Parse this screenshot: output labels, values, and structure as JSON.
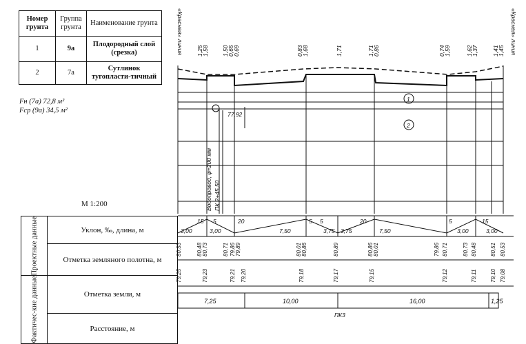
{
  "soil_table": {
    "headers": [
      "Номер грунта",
      "Группа грунта",
      "Наименование грунта"
    ],
    "rows": [
      {
        "number": "1",
        "group": "9а",
        "name": "Плодородный слой (срезка)"
      },
      {
        "number": "2",
        "group": "7а",
        "name": "Сутлинок тугопласти-тичный"
      }
    ]
  },
  "areas": {
    "fn": "Fн (7а) 72,8 м²",
    "fsr": "Fср (9а) 34,5 м²"
  },
  "scale": "М 1:200",
  "red_line_label": "«Красная» линия",
  "top_elevations": [
    {
      "a": "1,25",
      "b": "1,58"
    },
    {
      "a": "1,50",
      "b": "0,65",
      "c": "0,69"
    },
    {
      "a": "0,83",
      "b": "1,68"
    },
    {
      "a": "1,71"
    },
    {
      "a": "1,71",
      "b": "0,86"
    },
    {
      "a": "0,74",
      "b": "1,59"
    },
    {
      "a": "1,62",
      "b": "1,37"
    },
    {
      "a": "1,41",
      "b": "1,45"
    }
  ],
  "markers": {
    "layer1": "1",
    "layer2": "2",
    "elevation_mark": "77,92"
  },
  "pipe_label": "Водопровод, φ=200 мм",
  "pipe_station": "ПК 2+45,50",
  "bottom_table": {
    "design_group": "Проектные данные",
    "actual_group": "Фактичес-кие данные",
    "rows": [
      "Уклон, ‰, длина, м",
      "Отметка земляного полотна, м",
      "Отметка земли, м",
      "Расстояние, м"
    ]
  },
  "slope_row": {
    "upper": [
      "15",
      "5",
      "20",
      "5",
      "5",
      "20",
      "5",
      "15"
    ],
    "lower": [
      "3,00",
      "3,00",
      "7,50",
      "3,75",
      "3,75",
      "7,50",
      "3,00",
      "3,00"
    ]
  },
  "subgrade_marks": [
    "80,53",
    "80,48",
    "80,73",
    "80,71",
    "79,86",
    "79,89",
    "80,01",
    "80,86",
    "80,89",
    "80,86",
    "80,01",
    "79,86",
    "80,71",
    "80,73",
    "80,48",
    "80,51",
    "80,53"
  ],
  "ground_marks": [
    "79,25",
    "79,23",
    "79,21",
    "79,20",
    "79,18",
    "79,17",
    "79,15",
    "79,12",
    "79,11",
    "79,10",
    "79,08"
  ],
  "distances": [
    "7,25",
    "10,00",
    "16,00",
    "1,25"
  ],
  "station": "ПК3"
}
